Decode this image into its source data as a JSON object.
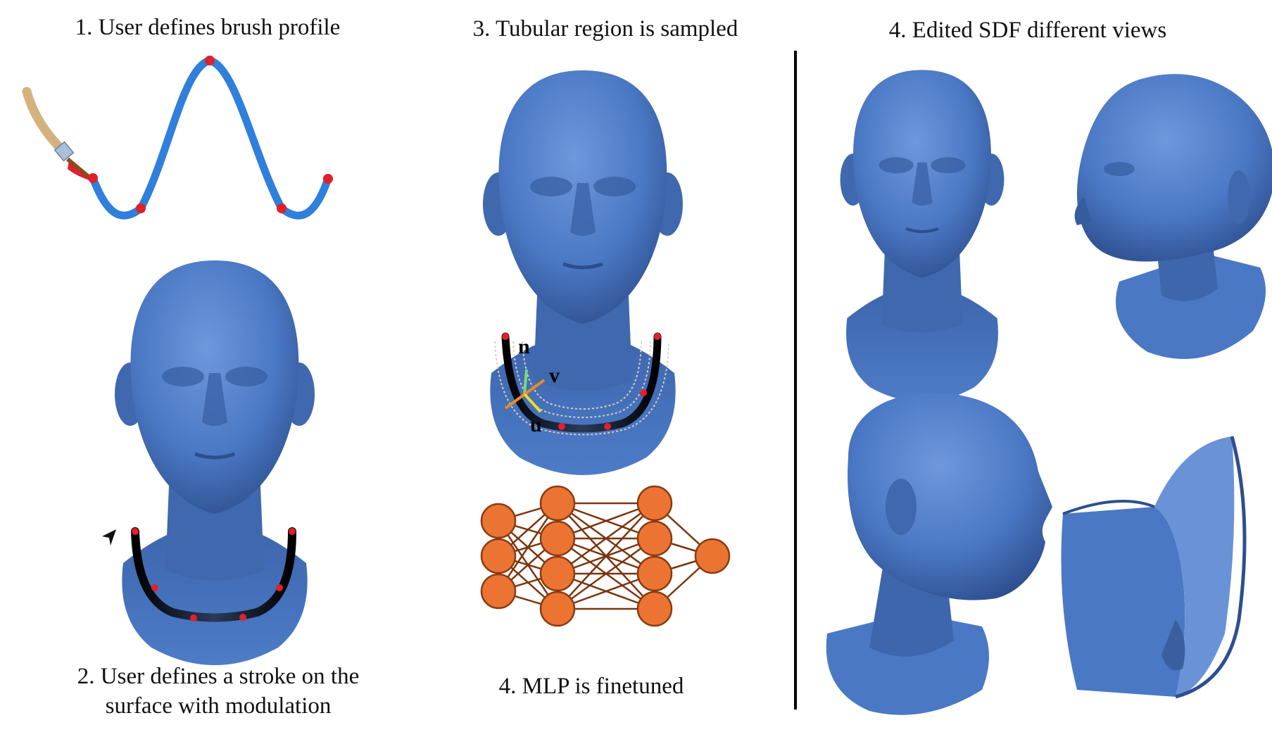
{
  "captions": {
    "step1": "1. User defines brush profile",
    "step2_line1": "2. User defines a stroke on the",
    "step2_line2": "surface with modulation",
    "step3": "3. Tubular region is sampled",
    "step4_views": "4. Edited SDF different views",
    "step4_mlp": "4. MLP is finetuned"
  },
  "axis_labels": {
    "n": "n",
    "v": "v",
    "u": "u"
  },
  "colors": {
    "mesh_blue": "#4a78c4",
    "mesh_shadow": "#2e4f8f",
    "mesh_light": "#6f98dc",
    "brush_curve": "#2f7fdc",
    "control_point": "#e0202a",
    "neuron_fill": "#ec7433",
    "neuron_edge": "#8a3a10",
    "connection": "#7a3510",
    "stroke": "#111111",
    "brush_handle": "#d5b27d"
  },
  "mlp": {
    "layers": [
      3,
      4,
      4,
      1
    ]
  }
}
